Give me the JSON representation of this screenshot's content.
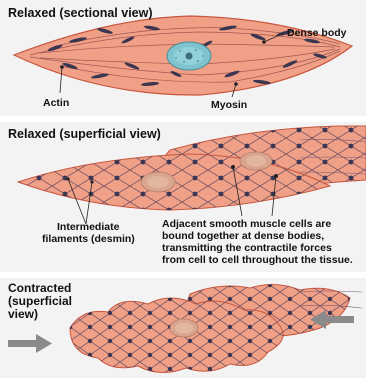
{
  "panels": [
    {
      "title": "Relaxed (sectional view)",
      "labels": {
        "dense_body": "Dense body",
        "actin": "Actin",
        "myosin": "Myosin"
      }
    },
    {
      "title": "Relaxed (superficial view)",
      "labels": {
        "intermediate_line1": "Intermediate",
        "intermediate_line2": "filaments (desmin)",
        "adjacent_line1": "Adjacent smooth muscle cells are",
        "adjacent_line2": "bound together at dense bodies,",
        "adjacent_line3": "transmitting the contractile forces",
        "adjacent_line4": "from cell to cell throughout the tissue."
      }
    },
    {
      "title_line1": "Contracted",
      "title_line2": "(superficial",
      "title_line3": "view)"
    }
  ],
  "colors": {
    "panel_background": "#f3f3f3",
    "cell_fill": "#f0a086",
    "cell_edge": "#c9573f",
    "dense_body": "#3a3550",
    "filament": "#5a4560",
    "nucleus": "#7fc3cf",
    "nucleus_surface": "#d9a58e",
    "arrow": "#8a8a8a"
  },
  "icons": [
    "arrow-right-icon",
    "arrow-left-icon"
  ]
}
